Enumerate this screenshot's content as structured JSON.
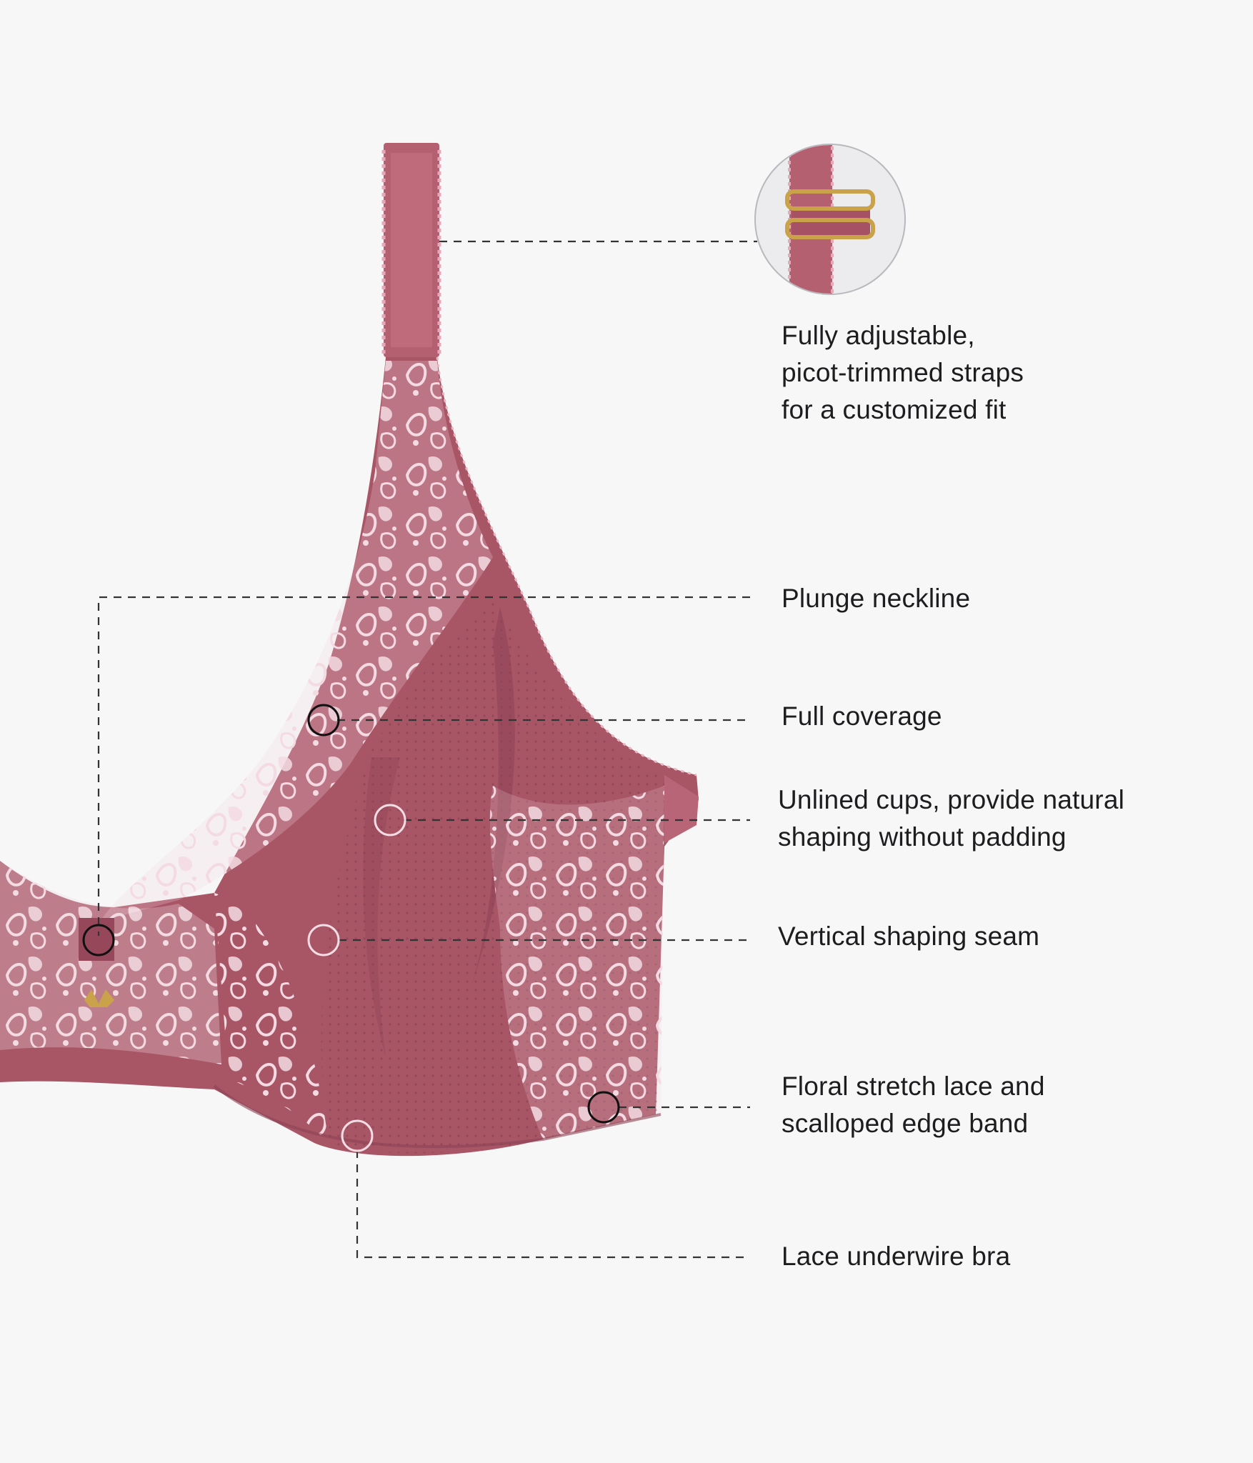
{
  "features": {
    "straps": {
      "lines": [
        "Fully adjustable,",
        "picot-trimmed straps",
        "for a customized fit"
      ],
      "icon": "strap-slider-detail-icon"
    },
    "plunge": {
      "text": "Plunge neckline"
    },
    "coverage": {
      "text": "Full coverage"
    },
    "cups": {
      "lines": [
        "Unlined cups, provide natural",
        "shaping without padding"
      ]
    },
    "seam": {
      "text": "Vertical shaping seam"
    },
    "lace": {
      "lines": [
        "Floral stretch lace and",
        "scalloped edge band"
      ]
    },
    "underwire": {
      "text": "Lace underwire bra"
    }
  },
  "colors": {
    "background": "#f7f7f8",
    "fabric": "#a85566",
    "fabric_dark": "#8c4254",
    "lace": "#f3d9e1",
    "hardware_gold": "#c9a24a",
    "text": "#1d1d1f",
    "leader_line": "#333333"
  }
}
